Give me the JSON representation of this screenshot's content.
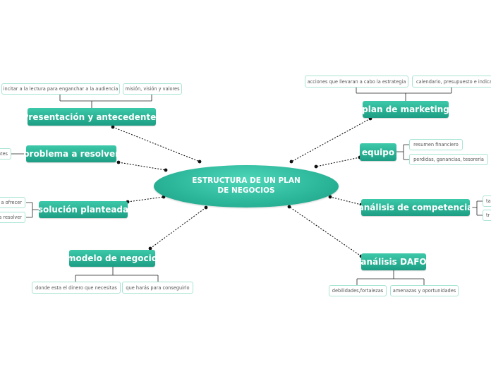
{
  "central_topic": "ESTRUCTURA DE UN PLAN DE NEGOCIOS",
  "branches": {
    "presentacion": {
      "label": "Presentación y antecedentes",
      "items": [
        "incitar a la lectura para enganchar a la audiencia",
        "misión, visión y valores"
      ]
    },
    "problema": {
      "label": "problema a resolver",
      "items": [
        "ntes"
      ]
    },
    "solucion": {
      "label": "solución planteada",
      "items": [
        "a ofrecer",
        "a resolver"
      ]
    },
    "modelo": {
      "label": "modelo de negocio",
      "items": [
        "donde esta el dinero que necesitas",
        "que harás para conseguirlo"
      ]
    },
    "marketing": {
      "label": "plan de marketing",
      "items": [
        "acciones que llevaran a cabo la estrategia",
        "calendario, presupuesto e indicad"
      ]
    },
    "equipo": {
      "label": "equipo",
      "items": [
        "resumen financiero",
        "perdidas, ganancias, tesorería"
      ]
    },
    "competencia": {
      "label": "análisis de competencia",
      "items": [
        "ta",
        "tr"
      ]
    },
    "dafo": {
      "label": "análisis DAFO",
      "items": [
        "debilidades,fortalezas",
        "amenazas y oportunidades"
      ]
    }
  },
  "colors": {
    "topic": "#2bb699",
    "subtopic_border": "#a9e4d5",
    "connector": "#000000"
  }
}
